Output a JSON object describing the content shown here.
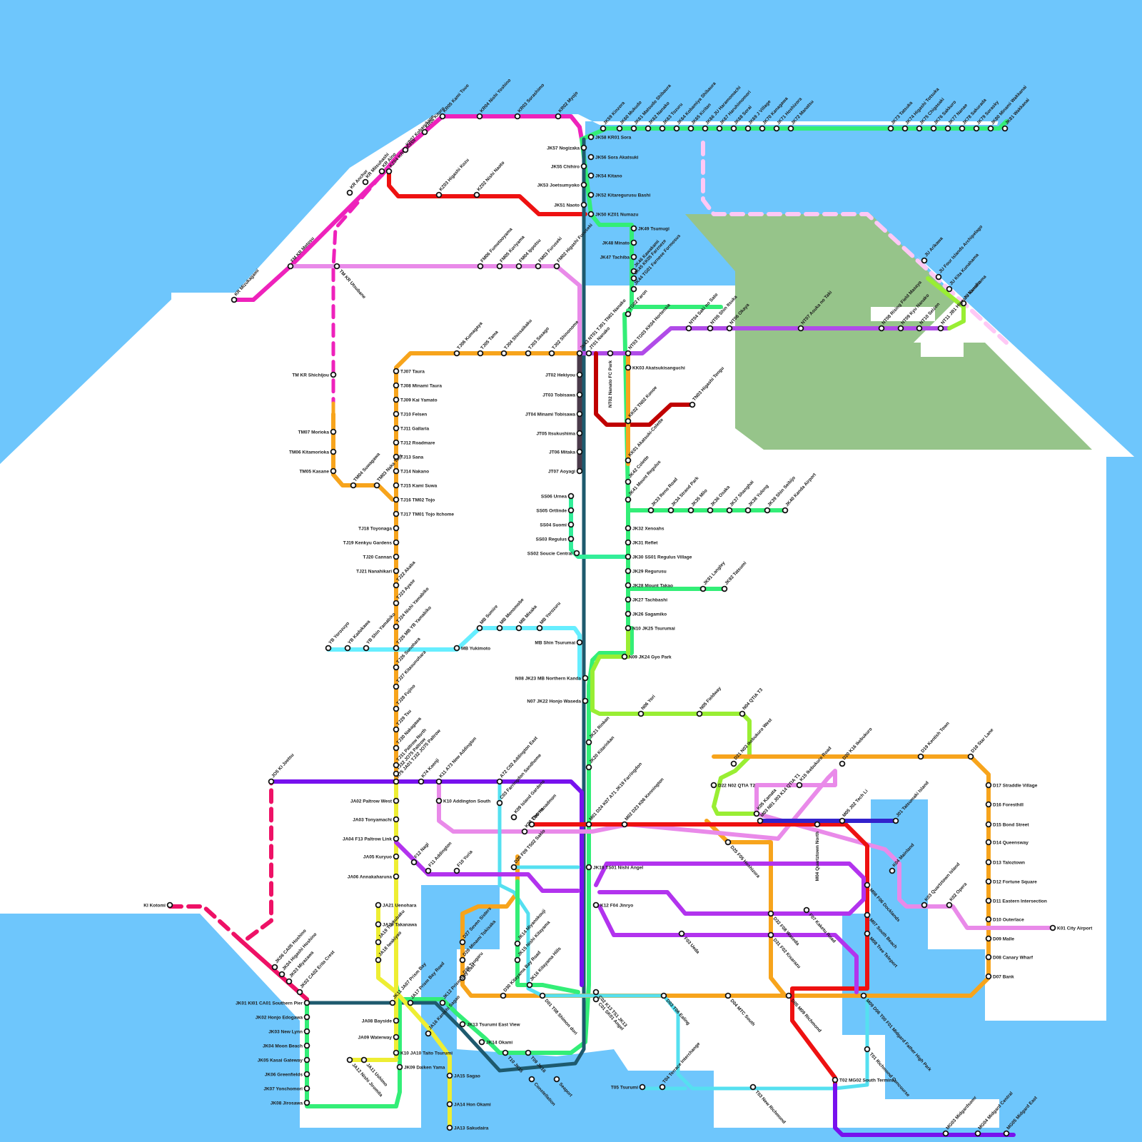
{
  "colors": {
    "water": "#6ec6fc",
    "land": "#ffffff",
    "park": "#96c48a",
    "kr_line": "#ee22bb",
    "kz_line": "#ee1111",
    "jk_line": "#33ee77",
    "jk_core": "#1e5a6e",
    "fm_line": "#e98ae9",
    "jt_line": "#4a3a4a",
    "nt_line": "#b04be8",
    "tj_line": "#f7a41c",
    "kk_line": "#c00000",
    "ss_line": "#33ee99",
    "mb_line": "#66eeff",
    "n_line": "#99ee33",
    "ja_line": "#eeee33",
    "ja_west": "#dddd55",
    "k_line": "#7711ee",
    "ki_line": "#ee1166",
    "ju_line": "#ffc8f5",
    "d_line": "#f7a41c",
    "mg_line": "#ee1111",
    "blue_line": "#3322cc",
    "t_line": "#55e0f0",
    "f_line": "#b233ee",
    "sk_line": "#ee7777"
  },
  "stations": [
    {
      "name": "KR Mizukagami"
    },
    {
      "name": "FM KR Motosu"
    },
    {
      "name": "KR Anchor"
    },
    {
      "name": "KR Mitsuhashi"
    },
    {
      "name": "KR Aino"
    },
    {
      "name": "KZ04 KR08 Kesa"
    },
    {
      "name": "KR07 Kobarukane"
    },
    {
      "name": "KR06 Kitoro"
    },
    {
      "name": "KR05 Kami Tsuo"
    },
    {
      "name": "KR04 Nishi Yoshino"
    },
    {
      "name": "KR03 Sorashimo"
    },
    {
      "name": "KR02 Myojo"
    },
    {
      "name": "KZ03 Higashi Kozu"
    },
    {
      "name": "KZ02 Nishi Naoto"
    },
    {
      "name": "JK58 KR01 Sora"
    },
    {
      "name": "JK57 Nogizaka"
    },
    {
      "name": "JK56 Sora Akatsuki"
    },
    {
      "name": "JK55 Chihiro"
    },
    {
      "name": "JK54 Kitano"
    },
    {
      "name": "JK53 Joetsumyoko"
    },
    {
      "name": "JK52 Kitaregurusu Bashi"
    },
    {
      "name": "JK51 Naoto"
    },
    {
      "name": "JK50 KZ01 Numazu"
    },
    {
      "name": "JK49 Tsumugi"
    },
    {
      "name": "JK48 Minato"
    },
    {
      "name": "JK47 Tachiba"
    },
    {
      "name": "JK46 Kawakami"
    },
    {
      "name": "JK45 KK05 Farzneze"
    },
    {
      "name": "JK44 TG01 Farnese Formosus"
    },
    {
      "name": "JK59 Kinzora"
    },
    {
      "name": "JK60 Mukudo"
    },
    {
      "name": "JK61 Matsudo Shibaura"
    },
    {
      "name": "JK62 Nanako"
    },
    {
      "name": "JK63 Tozuru"
    },
    {
      "name": "JK64 Kobamiya Shibaura"
    },
    {
      "name": "JK65 Kiritan"
    },
    {
      "name": "JK66 JU Haramomachi"
    },
    {
      "name": "JK67 Haruhimomori"
    },
    {
      "name": "JK68 Sorai"
    },
    {
      "name": "JK69 J Village"
    },
    {
      "name": "JK70 Kanagawa"
    },
    {
      "name": "JK71 Hoshizora"
    },
    {
      "name": "JK72 Manatsu"
    },
    {
      "name": "JK73 Tatsuka"
    },
    {
      "name": "JK74 Higashi Totsuka"
    },
    {
      "name": "JK75 Chigasaki"
    },
    {
      "name": "JK76 Sakkuro"
    },
    {
      "name": "JK77 Nanae"
    },
    {
      "name": "JK78 Sakurada"
    },
    {
      "name": "JK79 Sorasky"
    },
    {
      "name": "JK80 Minami Wakkanai"
    },
    {
      "name": "JK81 Wakkanai"
    },
    {
      "name": "FM06 Fumotooyama"
    },
    {
      "name": "FM05 Koriyama"
    },
    {
      "name": "FM04 Ippotsu"
    },
    {
      "name": "FM03 Furuseki"
    },
    {
      "name": "FM02 Higashi Furuseki"
    },
    {
      "name": "TM KR Utsubane"
    },
    {
      "name": "TM KR Shichijou"
    },
    {
      "name": "TM07 Morioka"
    },
    {
      "name": "TM06 Kitamorioka"
    },
    {
      "name": "TM05 Kasane"
    },
    {
      "name": "TM04 Suwagawa"
    },
    {
      "name": "TM03 Naka Tojo"
    },
    {
      "name": "JU Arikawa"
    },
    {
      "name": "JU Four Islands Archipelago"
    },
    {
      "name": "JU Kita Kunahama"
    },
    {
      "name": "JU Kunahama"
    },
    {
      "name": "JK43 NT01 TJ01 TN01 Nanako"
    },
    {
      "name": "JT01 Nanako"
    },
    {
      "name": "TJ06 Kumagaya"
    },
    {
      "name": "TJ05 Tama"
    },
    {
      "name": "TJ04 Shinsaikaku"
    },
    {
      "name": "TJ03 Sasago"
    },
    {
      "name": "TJ02 Shinonome"
    },
    {
      "name": "NT03 TG03 KK04 Hortensia"
    },
    {
      "name": "NT04 Saki no Sato"
    },
    {
      "name": "NT05 Shin Itsuka"
    },
    {
      "name": "NT06 Okaya"
    },
    {
      "name": "NT07 Asuka no Taki"
    },
    {
      "name": "NT08 Rising Field Masaya"
    },
    {
      "name": "NT09 Kyu Nanako"
    },
    {
      "name": "NT10 Seizon"
    },
    {
      "name": "NT11 JB1 Higashi Nanako"
    },
    {
      "name": "TG02 Faron"
    },
    {
      "name": "KK03 Akatsukisanguchi"
    },
    {
      "name": "NT02 Nanato FC Park"
    },
    {
      "name": "KK02 TN02 Konoe"
    },
    {
      "name": "TN03 Higashi Tengu"
    },
    {
      "name": "KK01 Akatsuki-Colette"
    },
    {
      "name": "JK42 Colette"
    },
    {
      "name": "JT02 Hekiyou"
    },
    {
      "name": "JT03 Tobisawa"
    },
    {
      "name": "JT04 Minami Tobisawa"
    },
    {
      "name": "JT05 Itsukushima"
    },
    {
      "name": "JT06 Mitaka"
    },
    {
      "name": "JT07 Aoyagi"
    },
    {
      "name": "TJ07 Taura"
    },
    {
      "name": "TJ08 Minami Taura"
    },
    {
      "name": "TJ09 Kai Yamato"
    },
    {
      "name": "TJ10 Felsen"
    },
    {
      "name": "TJ11 Gallaria"
    },
    {
      "name": "TJ12 Roadmare"
    },
    {
      "name": "TJ13 Sana"
    },
    {
      "name": "TJ14 Nakano"
    },
    {
      "name": "TJ15 Kami Suwa"
    },
    {
      "name": "TJ16 TM02 Tojo"
    },
    {
      "name": "TJ17 TM01 Tojo Itchome"
    },
    {
      "name": "TJ18 Toyonaga"
    },
    {
      "name": "TJ19 Kenkyu Gardens"
    },
    {
      "name": "TJ20 Cannan"
    },
    {
      "name": "TJ21 Nanahikari"
    },
    {
      "name": "TJ22 Akaba"
    },
    {
      "name": "TJ23 Ayase"
    },
    {
      "name": "TJ24 Nishi Yamabiko"
    },
    {
      "name": "TJ25 MB YB Yamabiko"
    },
    {
      "name": "TJ26 Sunohara"
    },
    {
      "name": "TJ27 Kitasunohara"
    },
    {
      "name": "TJ28 Fujino"
    },
    {
      "name": "TJ29 Tsu"
    },
    {
      "name": "TJ30 Nakagawa"
    },
    {
      "name": "TJ31 Paltrow North"
    },
    {
      "name": "TJ32 JO75 Paltrow"
    },
    {
      "name": "JK41 Mount Regulus"
    },
    {
      "name": "JK33 Reno Road"
    },
    {
      "name": "JK34 Strand Park"
    },
    {
      "name": "JK35 Milo"
    },
    {
      "name": "JK36 Osaka"
    },
    {
      "name": "JK37 Shanghai"
    },
    {
      "name": "JK38 Yulong"
    },
    {
      "name": "JK39 Shin Seibijo"
    },
    {
      "name": "JK40 Kanda Airport"
    },
    {
      "name": "SS06 Urnea"
    },
    {
      "name": "SS05 Ortlinde"
    },
    {
      "name": "SS04 Suomi"
    },
    {
      "name": "SS03 Regulus"
    },
    {
      "name": "SS02 Soucie Central"
    },
    {
      "name": "JK32 Xenoahs"
    },
    {
      "name": "JK31 Reflet"
    },
    {
      "name": "JK30 SS01 Regulus Village"
    },
    {
      "name": "JK29 Regurusu"
    },
    {
      "name": "JK28 Mount Takao"
    },
    {
      "name": "JK91 Langley"
    },
    {
      "name": "JK92 Tatsumi"
    },
    {
      "name": "JK27 Tachbashi"
    },
    {
      "name": "JK26 Sagamiko"
    },
    {
      "name": "N10 JK25 Tsurumai"
    },
    {
      "name": "YB Yorozuyo"
    },
    {
      "name": "YB Kadokawa"
    },
    {
      "name": "YB Shin Yamabiko"
    },
    {
      "name": "MB Yukimoto"
    },
    {
      "name": "MB Sumire"
    },
    {
      "name": "MB Monomobe"
    },
    {
      "name": "MB Misaka"
    },
    {
      "name": "MB Yorozuru"
    },
    {
      "name": "MB Shin Tsurumai"
    },
    {
      "name": "N09 JK24 Gyo Park"
    },
    {
      "name": "N08 JK23 MB Northern Kanda"
    },
    {
      "name": "N07 JK22 Honjo Waseda"
    },
    {
      "name": "N06 Yori"
    },
    {
      "name": "N05 Fieldway"
    },
    {
      "name": "N04 QTIA T3"
    },
    {
      "name": "JK21 Rinkan"
    },
    {
      "name": "JK20 Kitarinkan"
    },
    {
      "name": "JO5 KI Joetsu"
    },
    {
      "name": "K75 JA01 TJ32 JO75 Paltrow"
    },
    {
      "name": "K74 Koenji"
    },
    {
      "name": "K11 A73 New Addington"
    },
    {
      "name": "A72 C02 Addington East"
    },
    {
      "name": "K10 Addington South"
    },
    {
      "name": "JA02 Paltrow West"
    },
    {
      "name": "JA03 Tonyamachi"
    },
    {
      "name": "JA04 F13 Paltrow Link"
    },
    {
      "name": "JA05 Kuryuo"
    },
    {
      "name": "JA06 Annakaharuna"
    },
    {
      "name": "F12 Nagi"
    },
    {
      "name": "F11 Addington"
    },
    {
      "name": "F10 Yuria"
    },
    {
      "name": "C03 Farringdon Sandhome"
    },
    {
      "name": "K09 Island Gardens"
    },
    {
      "name": "C05 Hanadmon"
    },
    {
      "name": "K08 Thorne"
    },
    {
      "name": "D26 F09 TS02 Saklo"
    },
    {
      "name": "M01 D24 K07 A71 JK19 Farringdon"
    },
    {
      "name": "M02 D23 K06 Kennington"
    },
    {
      "name": "JK18 TS01 Nishi Angel"
    },
    {
      "name": "K12 F04 Jinryo"
    },
    {
      "name": "D21 N03 Ikebukuro West"
    },
    {
      "name": "D20 K16 Ikebukuro"
    },
    {
      "name": "D19 Kentish Town"
    },
    {
      "name": "D18 Star Lane"
    },
    {
      "name": "D17 Straddle Village"
    },
    {
      "name": "D16 Foresthill"
    },
    {
      "name": "D15 Bond Street"
    },
    {
      "name": "D14 Queensway"
    },
    {
      "name": "D13 Taloztown"
    },
    {
      "name": "D12 Fortune Square"
    },
    {
      "name": "D11 Eastern Intersection"
    },
    {
      "name": "D10 Outerlace"
    },
    {
      "name": "D09 Malle"
    },
    {
      "name": "D08 Canary Wharf"
    },
    {
      "name": "D07 Bank"
    },
    {
      "name": "D22 N02 QTIA T2"
    },
    {
      "name": "K15 Ikebukuro Road"
    },
    {
      "name": "K05 Kamata"
    },
    {
      "name": "M03 N01 J03 K14 QTIA T1"
    },
    {
      "name": "M05 J02 Tech Li"
    },
    {
      "name": "J01 Tatsumaki Island"
    },
    {
      "name": "M04 Quartztown North"
    },
    {
      "name": "D25 F05 Hoshizora"
    },
    {
      "name": "K04 Mainland"
    },
    {
      "name": "M06 F06 Docklands"
    },
    {
      "name": "M07 South Beach"
    },
    {
      "name": "M08 Tree Teleport"
    },
    {
      "name": "K03 Quartztown Island"
    },
    {
      "name": "K02 Opera"
    },
    {
      "name": "K01 City Airport"
    },
    {
      "name": "D32 F08 Waseda"
    },
    {
      "name": "F07 Kaketu Road"
    },
    {
      "name": "D31 F02 Kisarazu"
    },
    {
      "name": "F03 Ueda"
    },
    {
      "name": "D27 Seven Sisters"
    },
    {
      "name": "D28 Minami Tokisaka"
    },
    {
      "name": "D29 Tsugaru"
    },
    {
      "name": "JK14 Miyanokouji"
    },
    {
      "name": "JK15 Nishi Kitayama"
    },
    {
      "name": "JK16 Kitayama Hills"
    },
    {
      "name": "D30 Kitayama Bay Road"
    },
    {
      "name": "D01 T08 Shimon dori"
    },
    {
      "name": "C02 K13 TS1 JK13"
    },
    {
      "name": "C01 SK01 Angel"
    },
    {
      "name": "D03 T06 Ealing"
    },
    {
      "name": "D04 MTC South"
    },
    {
      "name": "D05 M09 Richmond"
    },
    {
      "name": "M09 D06 T00 F01 Midgard Father High Park"
    },
    {
      "name": "T01 Richmond Concourse"
    },
    {
      "name": "T02 MG02 South Terminal"
    },
    {
      "name": "T03 New Richmond"
    },
    {
      "name": "T04 Terrace Interchange"
    },
    {
      "name": "T05 Tsurumi"
    },
    {
      "name": "MG03 Midgardsomr"
    },
    {
      "name": "MG04 Midgard Central"
    },
    {
      "name": "MG05 Midgard East"
    },
    {
      "name": "KI Kotomi"
    },
    {
      "name": "JK06 CA05 Hoshino"
    },
    {
      "name": "JK04 Higashi Hoshino"
    },
    {
      "name": "JK03 Miyazawa"
    },
    {
      "name": "JK02 CA02 Erita Crest"
    },
    {
      "name": "JK01 KI01 CA01 Southern Pier"
    },
    {
      "name": "JK02 Honjo Edogawa"
    },
    {
      "name": "JK03 New Lynn"
    },
    {
      "name": "JK04 Moon Beach"
    },
    {
      "name": "JK05 Kasai Gateway"
    },
    {
      "name": "JK06 Greenfields"
    },
    {
      "name": "JK07 Yonchomori"
    },
    {
      "name": "JK08 Jirosawa"
    },
    {
      "name": "JA21 Uenohara"
    },
    {
      "name": "JA20 Takanawa"
    },
    {
      "name": "JA19 Tsukubaku"
    },
    {
      "name": "JA18 Iwakiyao"
    },
    {
      "name": "JK11 JA07 Prism Bay"
    },
    {
      "name": "JA17 Prism Bay Road"
    },
    {
      "name": "JK12 Prism Bay East"
    },
    {
      "name": "JA16 Kanishi Sagao"
    },
    {
      "name": "JK13 Tsurumi East View"
    },
    {
      "name": "JK14 Okami"
    },
    {
      "name": "JA08 Bayside"
    },
    {
      "name": "JA09 Waterway"
    },
    {
      "name": "K10 JA10 Taito Tsurumi"
    },
    {
      "name": "JK09 Daiken Yama"
    },
    {
      "name": "JA11 Ushimo"
    },
    {
      "name": "JA12 Nishi Jiromita"
    },
    {
      "name": "JA15 Sagao"
    },
    {
      "name": "JA14 Hon Okami"
    },
    {
      "name": "JA13 Sakudaira"
    },
    {
      "name": "T10 JK15"
    },
    {
      "name": "T09 JK16"
    },
    {
      "name": "Constellation"
    },
    {
      "name": "Seaport"
    }
  ]
}
